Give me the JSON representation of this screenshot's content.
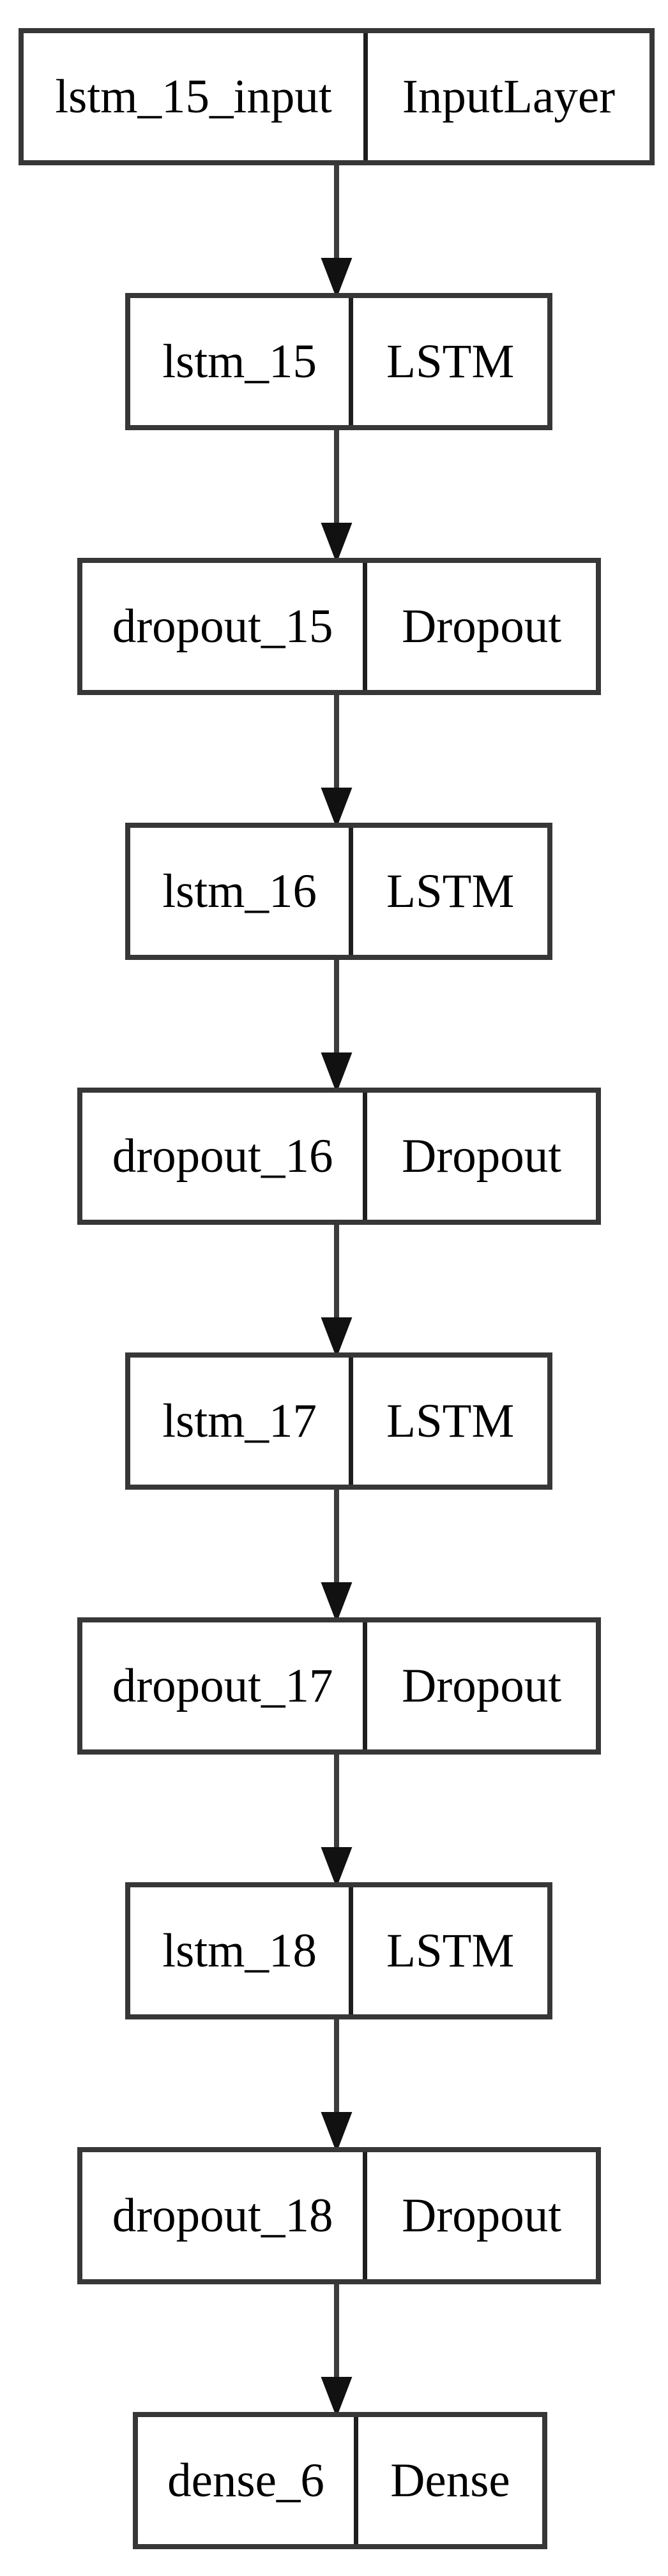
{
  "diagram": {
    "kind": "keras-model-architecture-graph",
    "background_color": "#ffffff",
    "node_fill_color": "#ffffff",
    "node_border_color": "#373737",
    "edge_color": "#3c3c3c",
    "text_color": "#000000",
    "nodes": [
      {
        "name": "lstm_15_input",
        "type": "InputLayer"
      },
      {
        "name": "lstm_15",
        "type": "LSTM"
      },
      {
        "name": "dropout_15",
        "type": "Dropout"
      },
      {
        "name": "lstm_16",
        "type": "LSTM"
      },
      {
        "name": "dropout_16",
        "type": "Dropout"
      },
      {
        "name": "lstm_17",
        "type": "LSTM"
      },
      {
        "name": "dropout_17",
        "type": "Dropout"
      },
      {
        "name": "lstm_18",
        "type": "LSTM"
      },
      {
        "name": "dropout_18",
        "type": "Dropout"
      },
      {
        "name": "dense_6",
        "type": "Dense"
      }
    ],
    "edges": [
      {
        "from": "lstm_15_input",
        "to": "lstm_15"
      },
      {
        "from": "lstm_15",
        "to": "dropout_15"
      },
      {
        "from": "dropout_15",
        "to": "lstm_16"
      },
      {
        "from": "lstm_16",
        "to": "dropout_16"
      },
      {
        "from": "dropout_16",
        "to": "lstm_17"
      },
      {
        "from": "lstm_17",
        "to": "dropout_17"
      },
      {
        "from": "dropout_17",
        "to": "lstm_18"
      },
      {
        "from": "lstm_18",
        "to": "dropout_18"
      },
      {
        "from": "dropout_18",
        "to": "dense_6"
      }
    ]
  }
}
